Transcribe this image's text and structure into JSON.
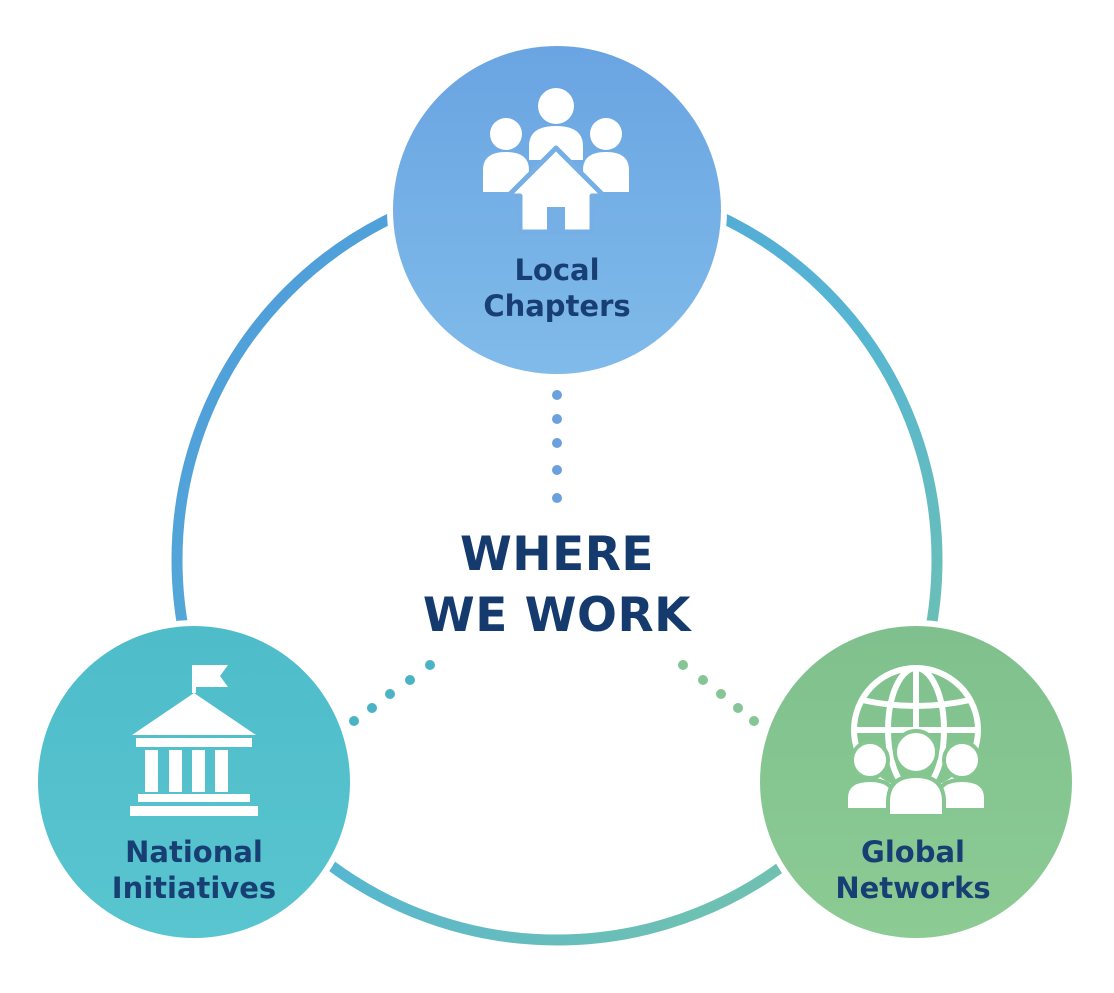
{
  "title_lines": [
    "WHERE",
    "WE WORK"
  ],
  "nodes": [
    {
      "id": "local",
      "lines": [
        "Local",
        "Chapters"
      ],
      "icon": "community-house-icon",
      "color": "#6fa9e4"
    },
    {
      "id": "national",
      "lines": [
        "National",
        "Initiatives"
      ],
      "icon": "government-building-icon",
      "color": "#52c1cc"
    },
    {
      "id": "global",
      "lines": [
        "Global",
        "Networks"
      ],
      "icon": "globe-people-icon",
      "color": "#86c58f"
    }
  ],
  "colors": {
    "text": "#183f73",
    "ring_start": "#5b9fe0",
    "ring_end": "#6fc1a8"
  }
}
